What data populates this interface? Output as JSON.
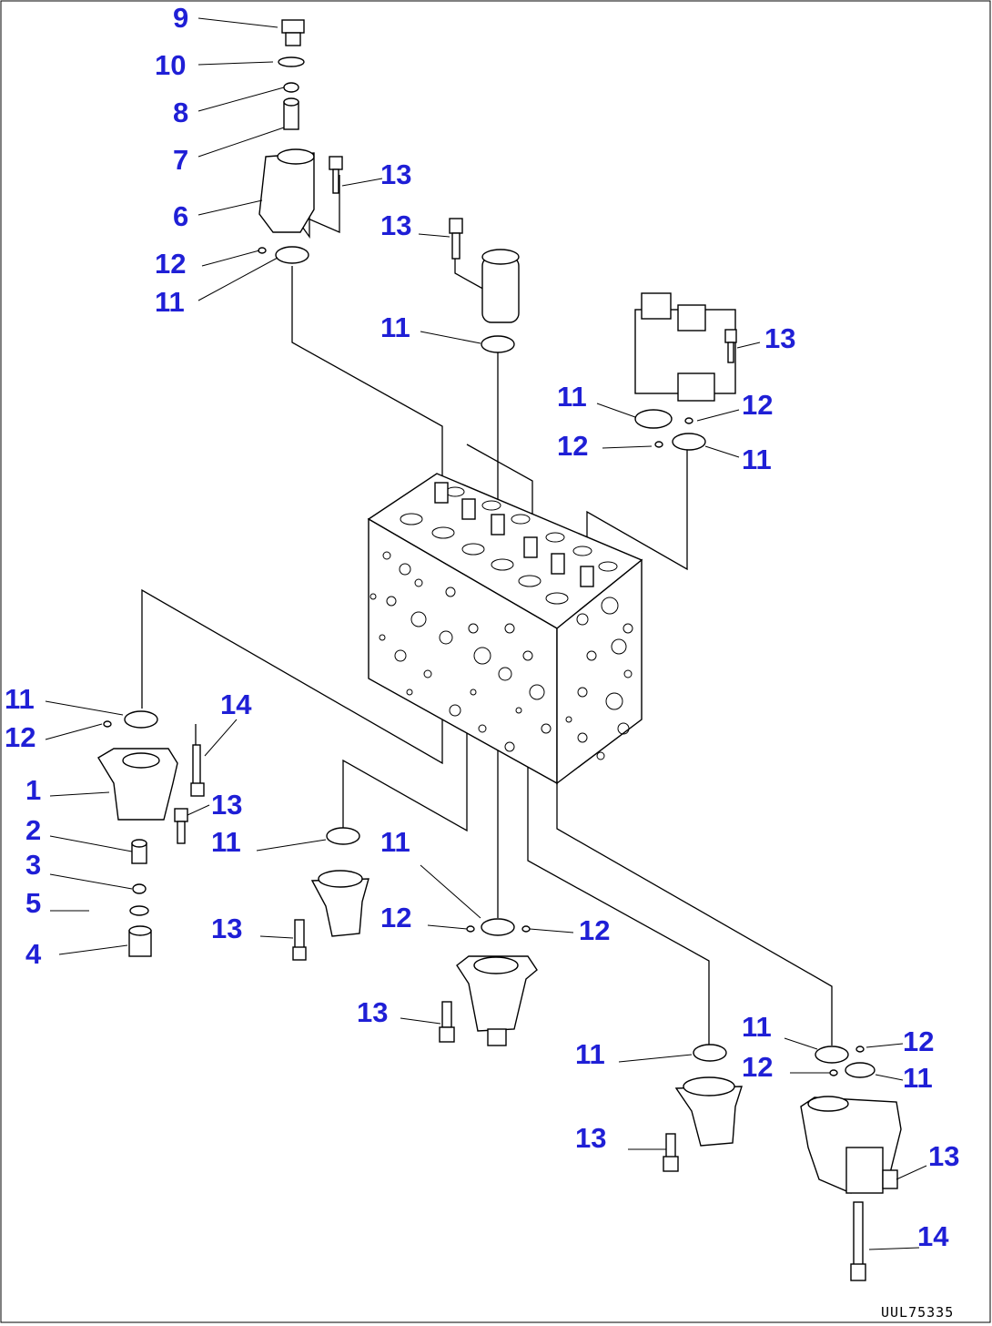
{
  "drawing_number": "UUL75335",
  "callouts": [
    "9",
    "10",
    "8",
    "7",
    "6",
    "13",
    "13",
    "12",
    "11",
    "11",
    "13",
    "11",
    "12",
    "12",
    "11",
    "11",
    "12",
    "14",
    "1",
    "13",
    "2",
    "11",
    "3",
    "5",
    "4",
    "11",
    "12",
    "12",
    "13",
    "13",
    "11",
    "12",
    "12",
    "11",
    "11",
    "13",
    "13",
    "14"
  ],
  "parts": {
    "main_block": "control valve body",
    "valve_top_left": "valve assembly 6",
    "solenoid_top": "solenoid valve",
    "valve_top_right": "relief valve assembly",
    "valve_left": "valve assembly 1",
    "valve_bottom_1": "valve cover",
    "valve_bottom_2": "valve assembly",
    "valve_bottom_3": "valve cover",
    "valve_bottom_right": "valve assembly"
  }
}
